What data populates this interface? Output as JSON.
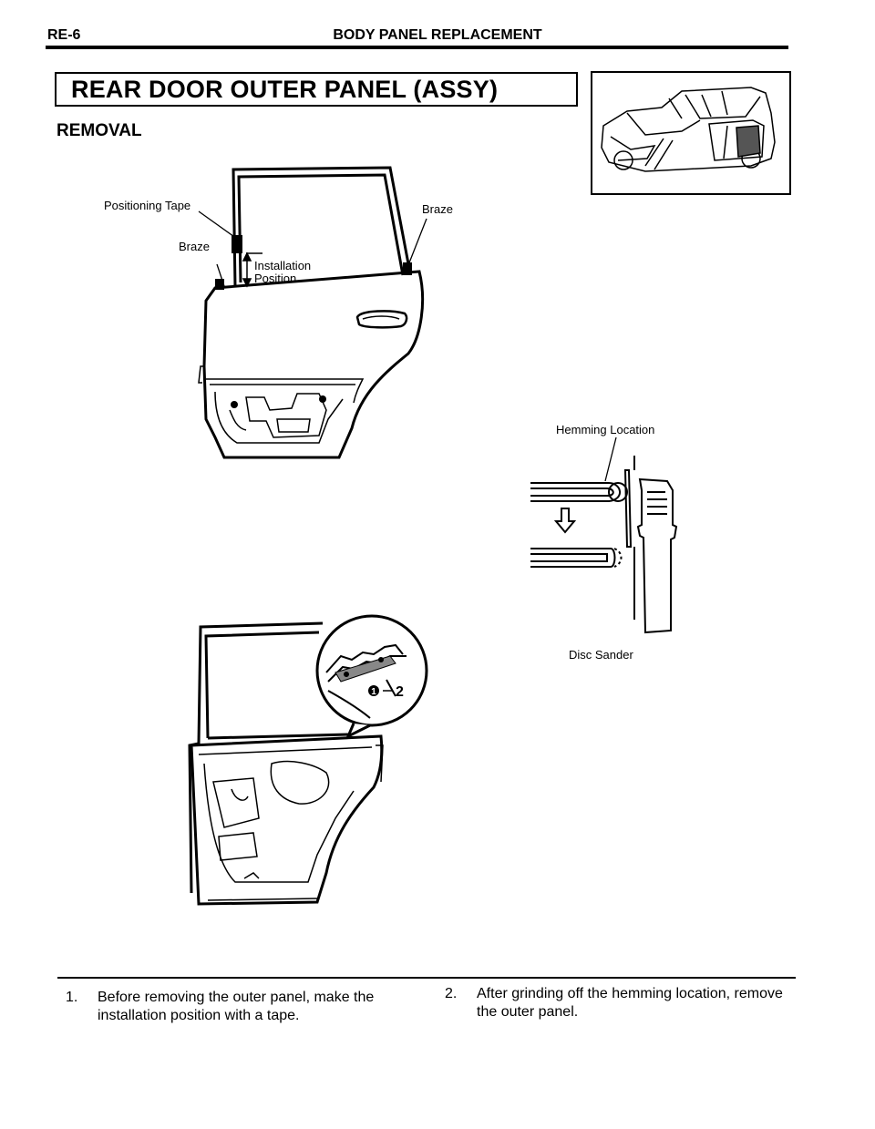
{
  "header": {
    "page_code": "RE-6",
    "section_title": "BODY PANEL REPLACEMENT"
  },
  "title": "REAR DOOR OUTER PANEL (ASSY)",
  "section": "REMOVAL",
  "figure1": {
    "labels": {
      "positioning_tape": "Positioning Tape",
      "braze_left": "Braze",
      "braze_right": "Braze",
      "installation_position_line1": "Installation",
      "installation_position_line2": "Position"
    }
  },
  "figure2": {
    "labels": {
      "hemming_location": "Hemming Location",
      "disc_sander": "Disc Sander"
    }
  },
  "figure3": {
    "callouts": {
      "marker_1": "1",
      "marker_2": "2"
    }
  },
  "steps": [
    {
      "number": "1.",
      "line1": "Before removing the outer panel, make the",
      "line2": "installation position with a tape."
    },
    {
      "number": "2.",
      "line1": "After grinding off the hemming location, remove",
      "line2": "the outer panel."
    }
  ]
}
